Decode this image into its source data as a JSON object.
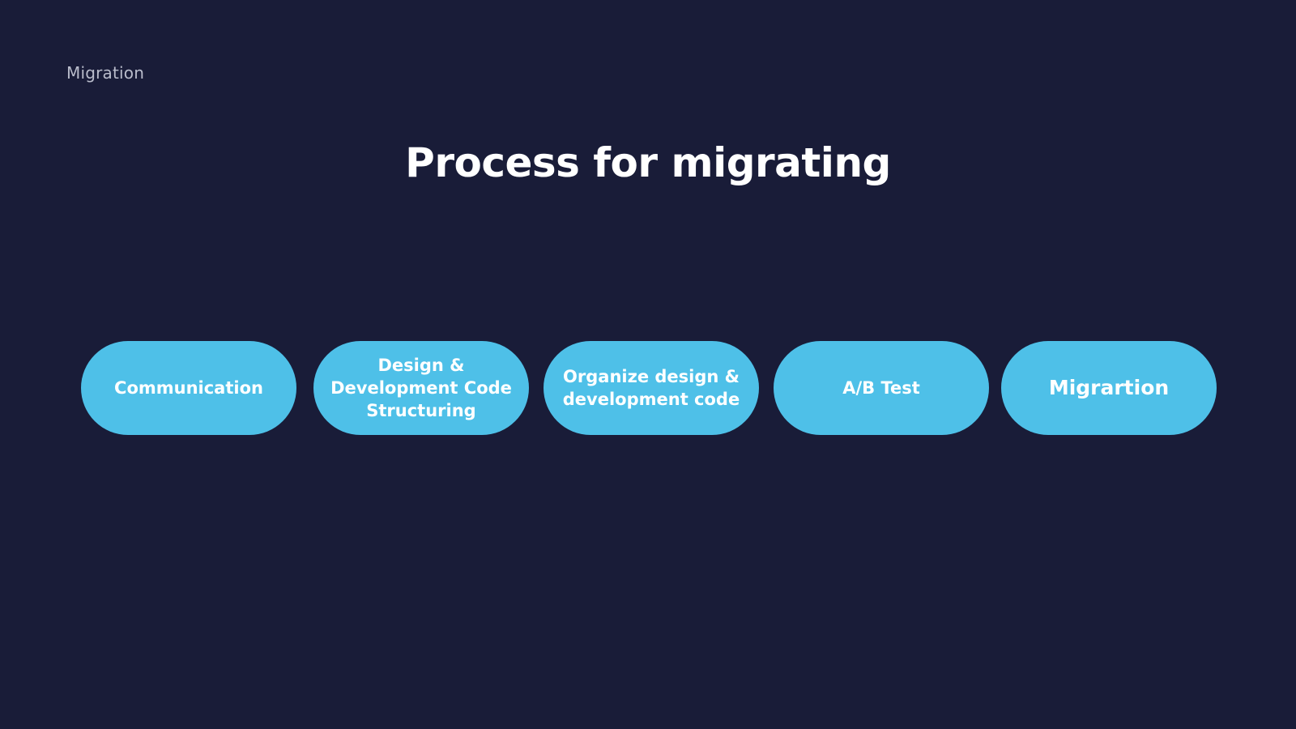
{
  "header": {
    "section_label": "Migration",
    "title": "Process for migrating"
  },
  "steps": [
    {
      "label": "Communication"
    },
    {
      "label": "Design &\nDevelopment Code\nStructuring"
    },
    {
      "label": "Organize design &\ndevelopment code"
    },
    {
      "label": "A/B Test"
    },
    {
      "label": "Migrartion"
    }
  ],
  "colors": {
    "background": "#191c38",
    "step_fill": "#4ec0e8",
    "step_text": "#ffffff",
    "title_text": "#ffffff",
    "section_label_text": "#b9bccb"
  }
}
